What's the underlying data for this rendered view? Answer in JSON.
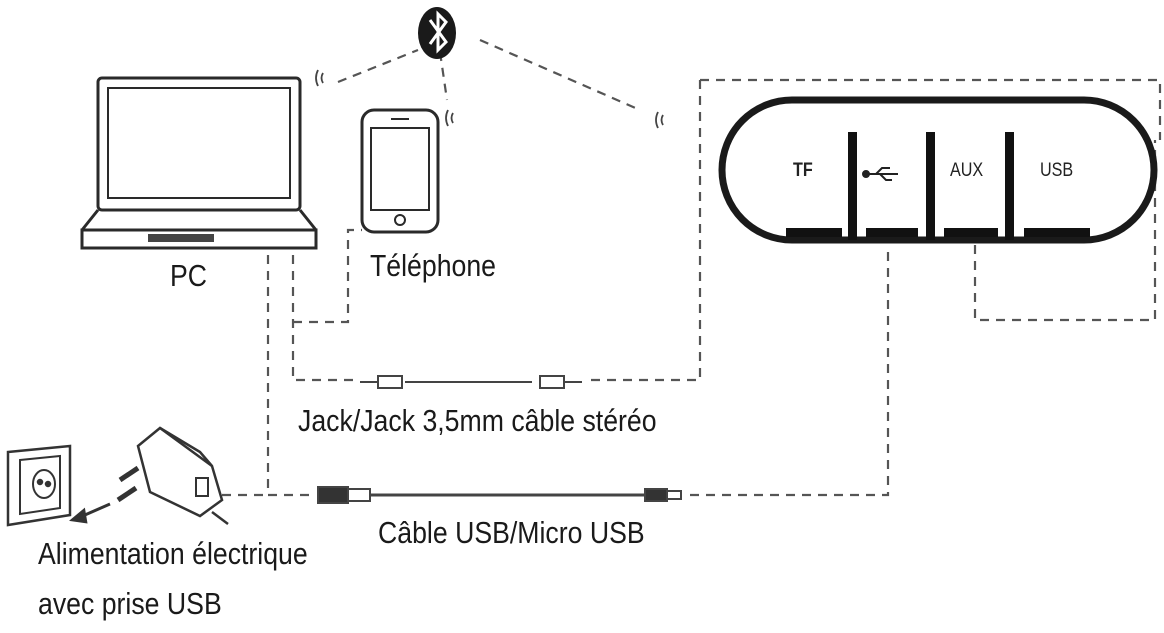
{
  "labels": {
    "pc": "PC",
    "phone": "Téléphone",
    "jack_cable": "Jack/Jack 3,5mm câble stéréo",
    "usb_cable": "Câble USB/Micro USB",
    "power_line1": "Alimentation électrique",
    "power_line2": "avec prise USB"
  },
  "speaker_ports": {
    "tf": "TF",
    "aux": "AUX",
    "usb": "USB",
    "micro_usb_icon": "usb-symbol-icon"
  },
  "icons": {
    "bluetooth": "bluetooth-icon",
    "laptop": "laptop-icon",
    "phone": "smartphone-icon",
    "speaker": "speaker-device",
    "outlet": "wall-outlet-icon",
    "adapter": "usb-power-adapter-icon"
  },
  "colors": {
    "line": "#555555",
    "ink": "#1a1a1a"
  }
}
